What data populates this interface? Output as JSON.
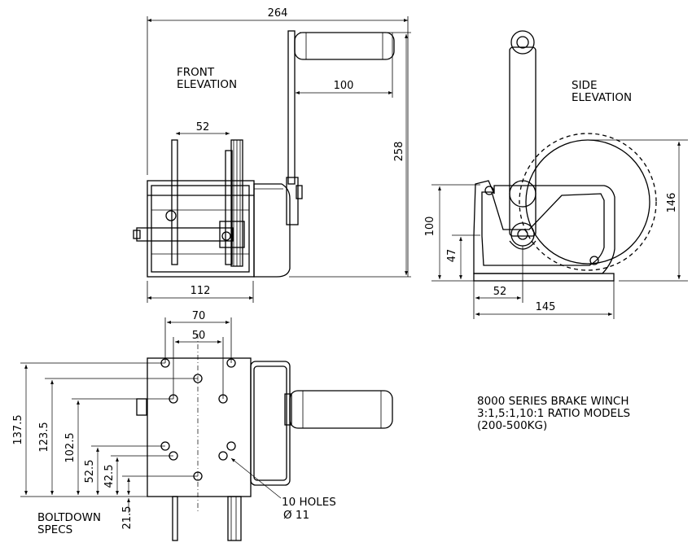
{
  "labels": {
    "front_line1": "FRONT",
    "front_line2": "ELEVATION",
    "side_line1": "SIDE",
    "side_line2": "ELEVATION",
    "bolt_line1": "BOLTDOWN",
    "bolt_line2": "SPECS",
    "holes_line1": "10 HOLES",
    "holes_line2": "Ø 11"
  },
  "notes": {
    "line1": "8000 SERIES BRAKE WINCH",
    "line2": "3:1,5:1,10:1 RATIO MODELS",
    "line3": "(200-500KG)"
  },
  "dims": {
    "d264": "264",
    "d100": "100",
    "d258": "258",
    "d52": "52",
    "d112": "112",
    "s146": "146",
    "s100": "100",
    "s47": "47",
    "s52": "52",
    "s145": "145",
    "b70": "70",
    "b50": "50",
    "b137": "137.5",
    "b123": "123.5",
    "b102": "102.5",
    "b52": "52.5",
    "b42": "42.5",
    "b21": "21.5"
  }
}
